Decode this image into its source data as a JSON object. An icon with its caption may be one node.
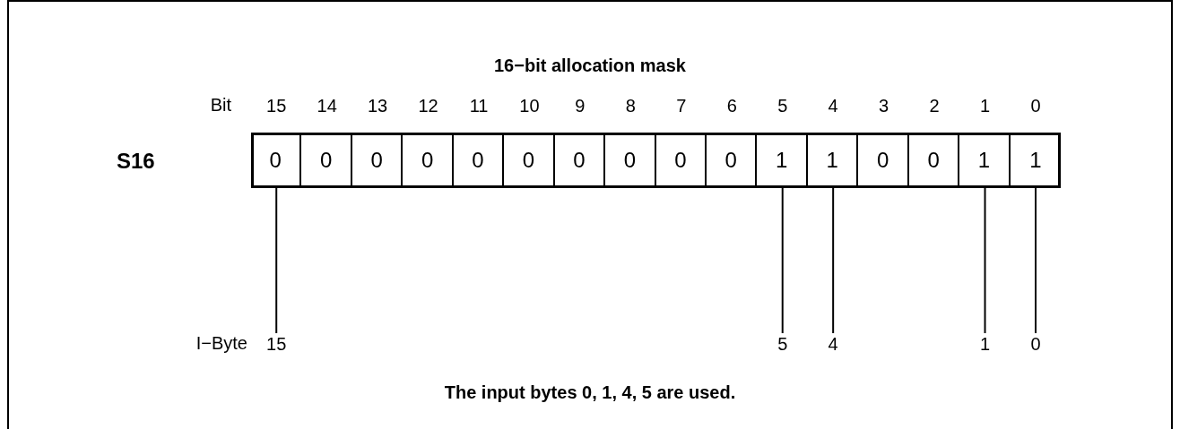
{
  "diagram": {
    "title": "16−bit allocation mask",
    "caption": "The input bytes 0, 1, 4, 5 are used.",
    "nodes": [
      {
        "text": [
          "S16"
        ]
      },
      {
        "text": [
          "0"
        ],
        "in": 0
      },
      {
        "text": [
          "0"
        ],
        "in": 0
      },
      {
        "text": [
          "0"
        ],
        "in": 0
      },
      {
        "text": [
          "0"
        ],
        "in": 0
      },
      {
        "text": [
          "0"
        ],
        "in": 0
      },
      {
        "text": [
          "0"
        ],
        "in": 0
      },
      {
        "text": [
          "0"
        ],
        "in": 0
      },
      {
        "text": [
          "0"
        ],
        "in": 0
      },
      {
        "text": [
          "0"
        ],
        "in": 0
      },
      {
        "text": [
          "0"
        ],
        "in": 0
      },
      {
        "text": [
          "1"
        ],
        "in": 0
      },
      {
        "text": [
          "1"
        ],
        "in": 0
      },
      {
        "text": [
          "0"
        ],
        "in": 0
      },
      {
        "text": [
          "0"
        ],
        "in": 0
      },
      {
        "text": [
          "1"
        ],
        "in": 0
      },
      {
        "text": [
          "1"
        ],
        "in": 0
      },
      {
        "text": [
          "15"
        ]
      },
      {
        "text": [
          "5"
        ]
      },
      {
        "text": [
          "4"
        ]
      },
      {
        "text": [
          "1"
        ]
      },
      {
        "text": [
          "0"
        ]
      }
    ],
    "edges": [
      {
        "from": 1,
        "to": 17,
        "arrow": "none"
      },
      {
        "from": 11,
        "to": 18,
        "arrow": "none"
      },
      {
        "from": 12,
        "to": 19,
        "arrow": "none"
      },
      {
        "from": 15,
        "to": 20,
        "arrow": "none"
      },
      {
        "from": 16,
        "to": 21,
        "arrow": "none"
      }
    ],
    "labels": [
      "Bit",
      "15",
      "14",
      "13",
      "12",
      "11",
      "10",
      "9",
      "8",
      "7",
      "6",
      "5",
      "4",
      "3",
      "2",
      "1",
      "0",
      "I−Byte"
    ]
  }
}
